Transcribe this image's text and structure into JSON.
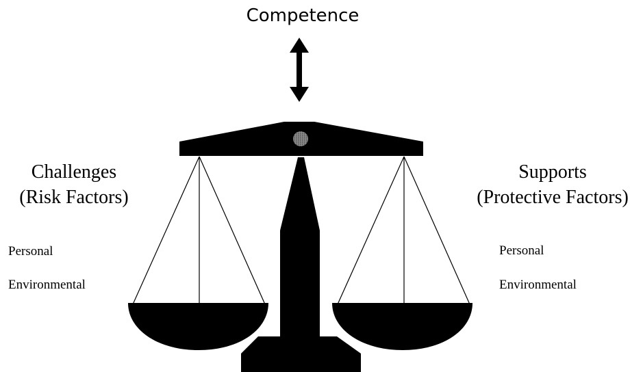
{
  "title": "Competence",
  "left": {
    "heading_line1": "Challenges",
    "heading_line2": "(Risk Factors)",
    "factors": [
      "Personal",
      "Environmental"
    ]
  },
  "right": {
    "heading_line1": "Supports",
    "heading_line2": "(Protective Factors)",
    "factors": [
      "Personal",
      "Environmental"
    ]
  },
  "colors": {
    "ink": "#000000",
    "pivot": "#8a8a8a",
    "background": "#ffffff"
  },
  "icons": [
    "double-arrow-icon",
    "balance-scale-icon"
  ]
}
